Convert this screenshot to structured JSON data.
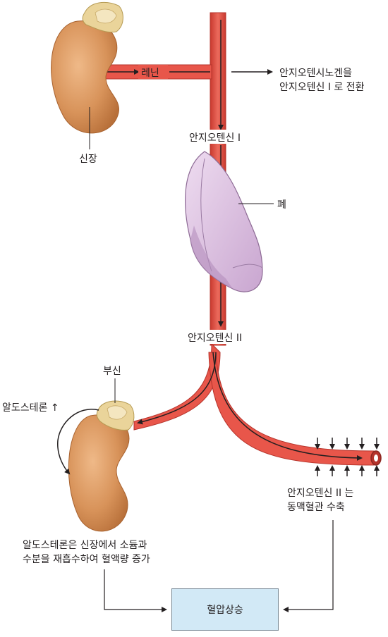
{
  "labels": {
    "renin": "레닌",
    "kidney": "신장",
    "conversion_line1": "안지오텐시노겐을",
    "conversion_line2": "안지오텐신 I 로 전환",
    "angiotensin_1": "안지오텐신 I",
    "lung": "폐",
    "angiotensin_2": "안지오텐신 II",
    "adrenal": "부신",
    "aldosterone_up": "알도스테론 ↑",
    "vaso_line1": "안지오텐신 II 는",
    "vaso_line2": "동맥혈관 수축",
    "reabsorb_line1": "알도스테론은 신장에서 소듐과",
    "reabsorb_line2": "수분을 재흡수하여 혈액량 증가",
    "result": "혈압상승"
  },
  "colors": {
    "vessel": "#e8564a",
    "vessel_dark": "#b5332b",
    "kidney": "#d8935a",
    "adrenal": "#ead49a",
    "lung": "#dcc0e0",
    "result_box": "#d2e9f6"
  }
}
